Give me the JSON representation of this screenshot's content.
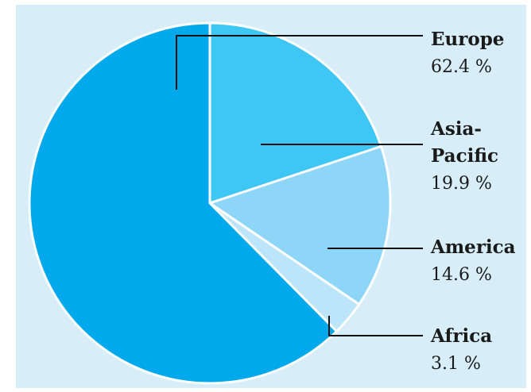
{
  "chart_data": {
    "type": "pie",
    "slices": [
      {
        "name_lines": [
          "Europe"
        ],
        "value": 62.4,
        "value_label": "62.4 %",
        "color": "#00a8ec"
      },
      {
        "name_lines": [
          "Asia-",
          "Pacific"
        ],
        "value": 19.9,
        "value_label": "19.9 %",
        "color": "#3ec6f4"
      },
      {
        "name_lines": [
          "America"
        ],
        "value": 14.6,
        "value_label": "14.6 %",
        "color": "#8ed6f8"
      },
      {
        "name_lines": [
          "Africa"
        ],
        "value": 3.1,
        "value_label": "3.1 %",
        "color": "#bde5f9"
      }
    ],
    "start_angle_deg": 0,
    "direction": "clockwise",
    "slice_border_color": "#ffffff",
    "leader_color": "#111111",
    "background_color": "#d7eef9"
  }
}
